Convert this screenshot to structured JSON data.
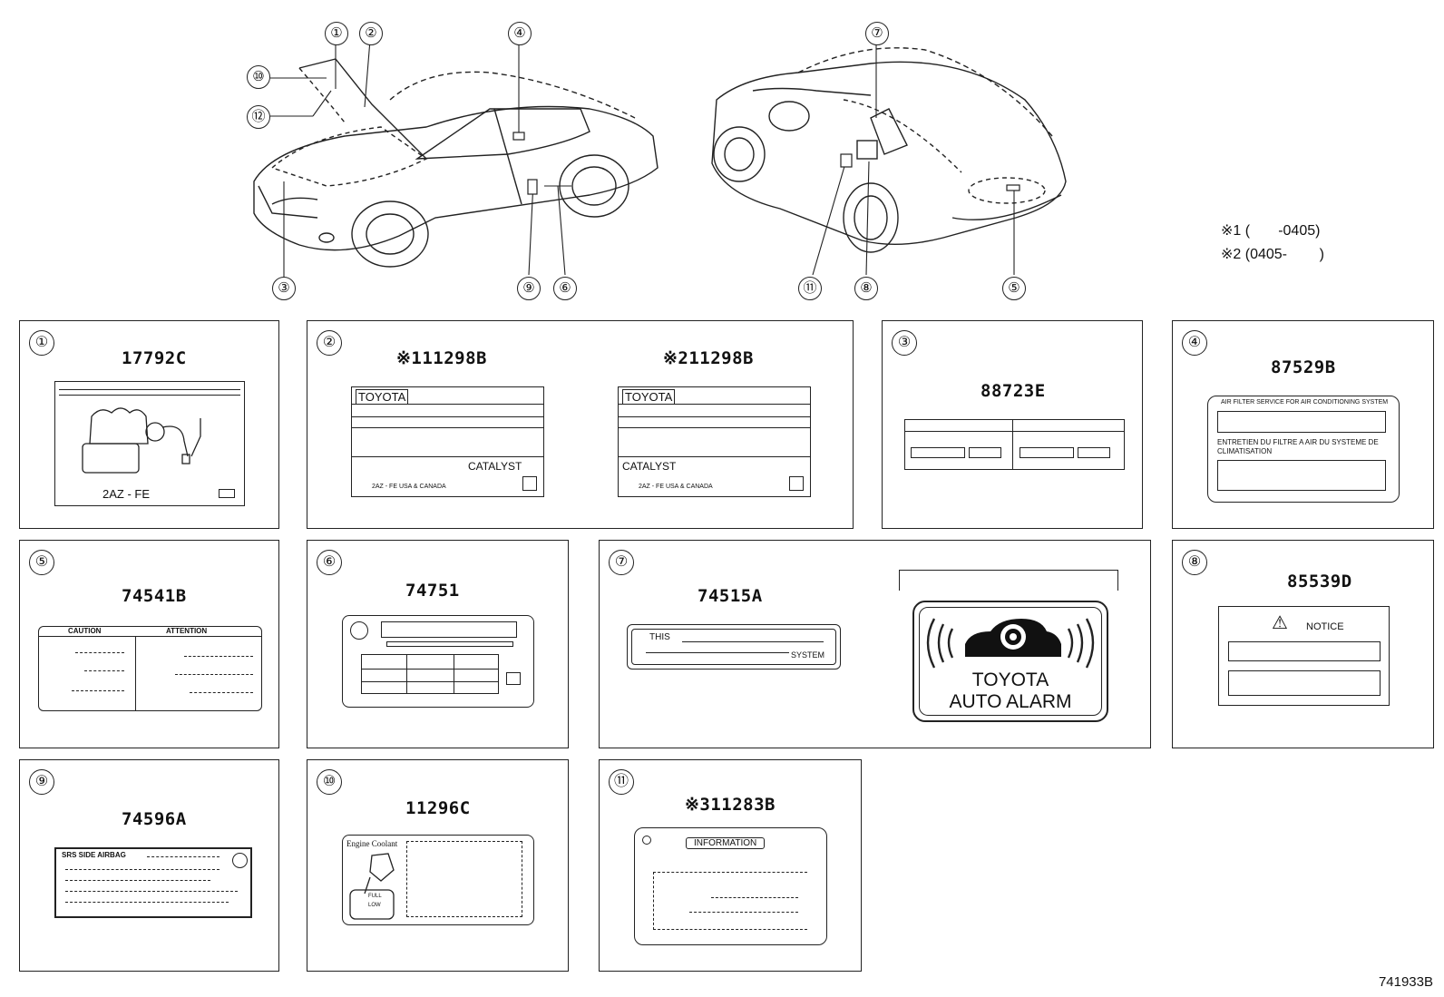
{
  "callouts": {
    "c1": "①",
    "c2": "②",
    "c3": "③",
    "c4": "④",
    "c5": "⑤",
    "c6": "⑥",
    "c7": "⑦",
    "c8": "⑧",
    "c9": "⑨",
    "c10": "⑩",
    "c11": "⑪",
    "c12": "⑫"
  },
  "notes": {
    "note1": "※1 (       -0405)",
    "note2": "※2 (0405-        )"
  },
  "diagram_id": "741933B",
  "panels": {
    "p1": {
      "num": "①",
      "code": "17792C",
      "engine": "2AZ - FE"
    },
    "p2": {
      "num": "②",
      "code_a": "※111298B",
      "code_b": "※211298B",
      "brand": "TOYOTA",
      "catalyst": "CATALYST",
      "footer": "2AZ - FE  USA & CANADA"
    },
    "p3": {
      "num": "③",
      "code": "88723E"
    },
    "p4": {
      "num": "④",
      "code": "87529B",
      "line1": "AIR FILTER SERVICE FOR AIR CONDITIONING SYSTEM",
      "line2": "ENTRETIEN DU FILTRE A AIR DU SYSTEME DE CLIMATISATION"
    },
    "p5": {
      "num": "⑤",
      "code": "74541B",
      "caution": "CAUTION",
      "attention": "ATTENTION"
    },
    "p6": {
      "num": "⑥",
      "code": "74751"
    },
    "p7": {
      "num": "⑦",
      "code": "74515A",
      "this": "THIS",
      "system": "SYSTEM",
      "alarm1": "TOYOTA",
      "alarm2": "AUTO ALARM"
    },
    "p8": {
      "num": "⑧",
      "code": "85539D",
      "notice": "NOTICE"
    },
    "p9": {
      "num": "⑨",
      "code": "74596A",
      "srs": "SRS SIDE AIRBAG"
    },
    "p10": {
      "num": "⑩",
      "code": "11296C",
      "coolant": "Engine Coolant",
      "full": "FULL",
      "low": "LOW"
    },
    "p11": {
      "num": "⑪",
      "code": "※311283B",
      "info": "INFORMATION"
    }
  }
}
